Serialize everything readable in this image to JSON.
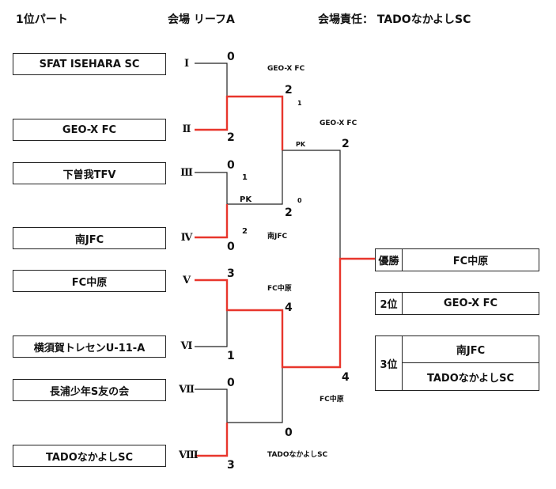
{
  "header": {
    "part": "1位パート",
    "venue": "会場 リーフA",
    "host": "会場責任： TADOなかよしSC"
  },
  "teams": [
    {
      "name": "SFAT ISEHARA SC",
      "seed": "Ⅰ",
      "score": "0"
    },
    {
      "name": "GEO-X FC",
      "seed": "Ⅱ",
      "score": "2"
    },
    {
      "name": "下曽我TFV",
      "seed": "Ⅲ",
      "score": "0"
    },
    {
      "name": "南JFC",
      "seed": "Ⅳ",
      "score": "0"
    },
    {
      "name": "FC中原",
      "seed": "Ⅴ",
      "score": "3"
    },
    {
      "name": "横須賀トレセンU-11-A",
      "seed": "Ⅵ",
      "score": "1"
    },
    {
      "name": "長浦少年S友の会",
      "seed": "Ⅶ",
      "score": "0"
    },
    {
      "name": "TADOなかよしSC",
      "seed": "Ⅷ",
      "score": "3"
    }
  ],
  "round1": {
    "m1_winner": "GEO-X FC",
    "m2_pk_label": "PK",
    "m2_pk_top": "1",
    "m2_pk_bottom": "2",
    "m3_winner": "FC中原",
    "m4_winner": "TADOなかよしSC"
  },
  "round2": {
    "sf1_top_score": "2",
    "sf1_bottom_score": "2",
    "sf1_pk_label": "PK",
    "sf1_pk_top": "1",
    "sf1_pk_bottom": "0",
    "sf1_top_name": "GEO-X FC",
    "sf1_bottom_name": "南JFC",
    "sf2_top_score": "4",
    "sf2_bottom_score": "0"
  },
  "final": {
    "top_name": "GEO-X FC",
    "top_score": "2",
    "bottom_score": "4",
    "bottom_name": "FC中原"
  },
  "results": {
    "champion_label": "優勝",
    "champion": "FC中原",
    "second_label": "2位",
    "second": "GEO-X FC",
    "third_label": "3位",
    "third_a": "南JFC",
    "third_b": "TADOなかよしSC"
  },
  "colors": {
    "winner_line": "#e8362c",
    "line": "#222222"
  }
}
